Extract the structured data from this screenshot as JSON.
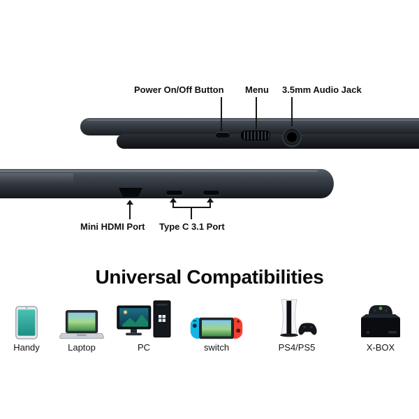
{
  "annotations": {
    "top": [
      {
        "label": "Power On/Off Button",
        "target": "power-button"
      },
      {
        "label": "Menu",
        "target": "menu-dial"
      },
      {
        "label": "3.5mm Audio Jack",
        "target": "audio-jack-port"
      }
    ],
    "bottom": [
      {
        "label": "Mini HDMI Port",
        "target": "mini-hdmi-port"
      },
      {
        "label": "Type C 3.1 Port",
        "target": "type-c-ports"
      }
    ]
  },
  "compatibility": {
    "title": "Universal Compatibilities",
    "devices": [
      {
        "label": "Handy",
        "icon": "smartphone-icon"
      },
      {
        "label": "Laptop",
        "icon": "laptop-icon"
      },
      {
        "label": "PC",
        "icon": "desktop-pc-icon"
      },
      {
        "label": "switch",
        "icon": "nintendo-switch-icon"
      },
      {
        "label": "PS4/PS5",
        "icon": "playstation-icon"
      },
      {
        "label": "X-BOX",
        "icon": "xbox-icon"
      }
    ]
  },
  "colors": {
    "background": "#ffffff",
    "text": "#101010",
    "device_body": "#2b3036",
    "joycon_blue": "#0fb7e6",
    "joycon_red": "#f6402f",
    "phone_screen_teal": "#35b0a3"
  }
}
